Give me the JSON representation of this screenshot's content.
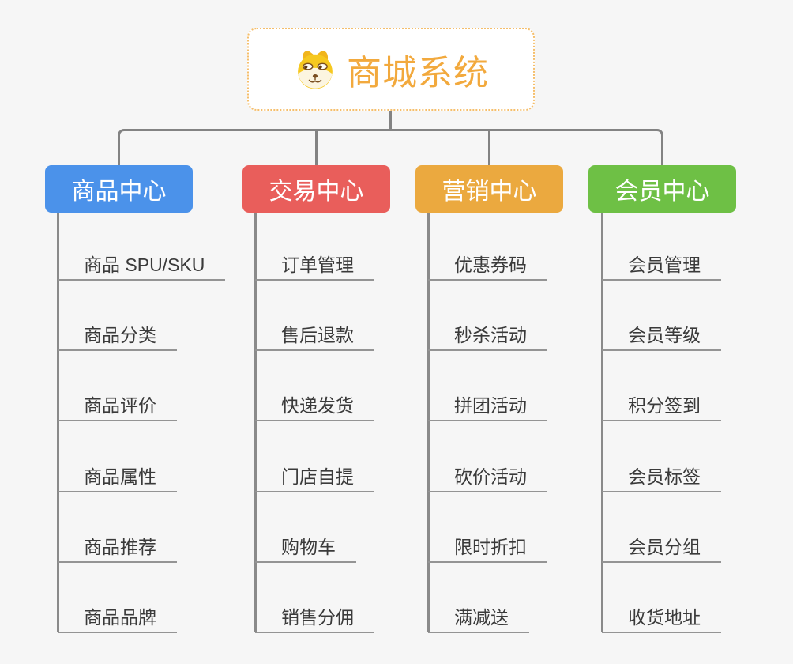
{
  "canvas": {
    "background": "#f6f6f6",
    "connector_color": "#838383",
    "leaf_underline_color": "#949494"
  },
  "root": {
    "title": "商城系统",
    "icon": "dog-face-icon",
    "text_color": "#f2a93d",
    "border_color": "#f5be6b",
    "background": "#ffffff"
  },
  "branches": [
    {
      "label": "商品中心",
      "color": "#4b92ea",
      "children": [
        "商品 SPU/SKU",
        "商品分类",
        "商品评价",
        "商品属性",
        "商品推荐",
        "商品品牌"
      ]
    },
    {
      "label": "交易中心",
      "color": "#e95e5b",
      "children": [
        "订单管理",
        "售后退款",
        "快递发货",
        "门店自提",
        "购物车",
        "销售分佣"
      ]
    },
    {
      "label": "营销中心",
      "color": "#eba93f",
      "children": [
        "优惠券码",
        "秒杀活动",
        "拼团活动",
        "砍价活动",
        "限时折扣",
        "满减送"
      ]
    },
    {
      "label": "会员中心",
      "color": "#6ec045",
      "children": [
        "会员管理",
        "会员等级",
        "积分签到",
        "会员标签",
        "会员分组",
        "收货地址"
      ]
    }
  ]
}
